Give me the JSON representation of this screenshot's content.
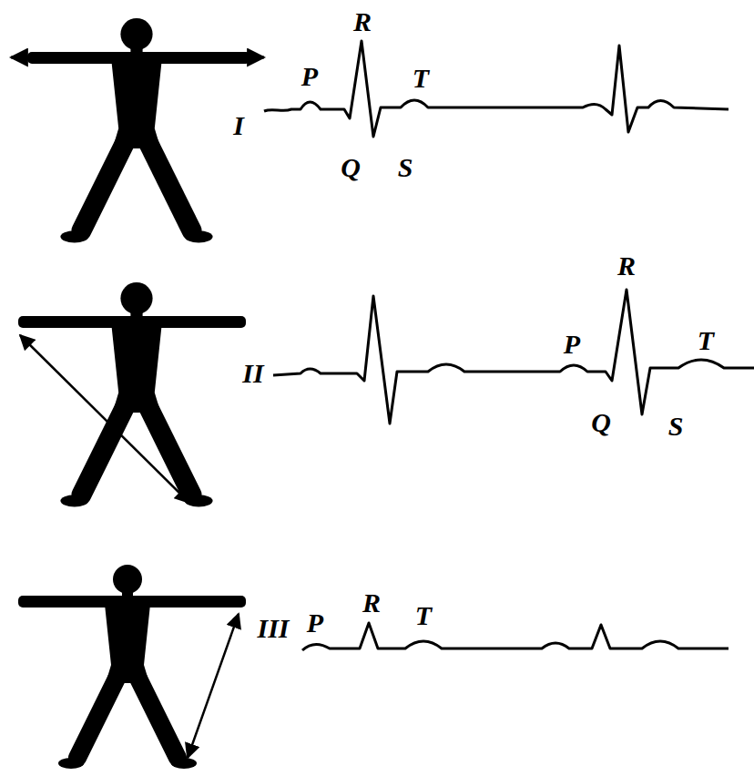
{
  "diagram": {
    "labels": [
      "R",
      "P",
      "T",
      "I",
      "Q",
      "S",
      "R",
      "P",
      "T",
      "II",
      "Q",
      "S",
      "R",
      "P",
      "T",
      "III"
    ]
  }
}
